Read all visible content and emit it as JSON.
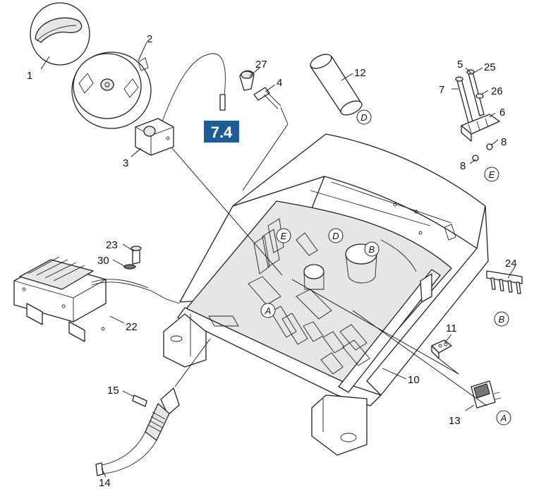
{
  "reference_badge": "7.4",
  "callouts": {
    "c1": "1",
    "c2": "2",
    "c3": "3",
    "c4": "4",
    "c5": "5",
    "c6": "6",
    "c7": "7",
    "c8a": "8",
    "c8b": "8",
    "c10": "10",
    "c11": "11",
    "c12": "12",
    "c13": "13",
    "c14": "14",
    "c15": "15",
    "c22": "22",
    "c23": "23",
    "c24": "24",
    "c25": "25",
    "c26": "26",
    "c27": "27",
    "c30": "30"
  },
  "connection_markers": {
    "d_tube": "D",
    "e_bracket": "E",
    "b_strip": "B",
    "a_switch": "A",
    "e_housing": "E",
    "d_housing": "D",
    "b_housing": "B",
    "a_housing": "A"
  },
  "colors": {
    "badge": "#1d5d95",
    "line": "#222222"
  }
}
